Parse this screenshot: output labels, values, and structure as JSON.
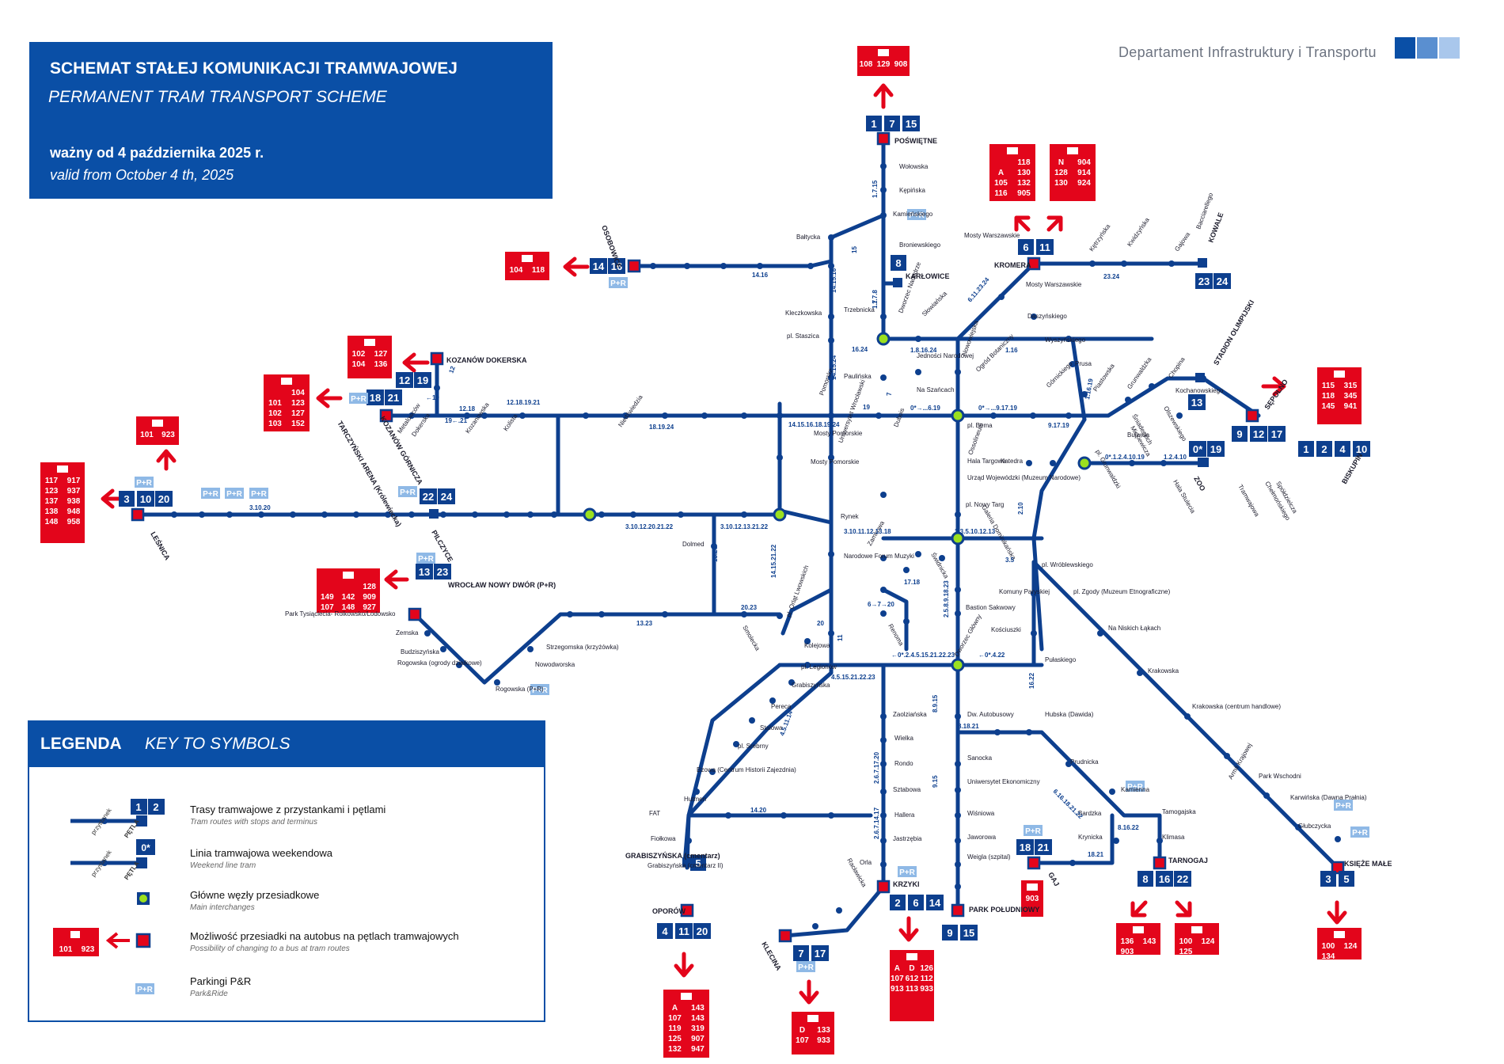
{
  "header": {
    "title_pl": "SCHEMAT STAŁEJ KOMUNIKACJI TRAMWAJOWEJ",
    "title_en": "PERMANENT TRAM TRANSPORT SCHEME",
    "valid_pl": "ważny od 4 października 2025 r.",
    "valid_en": "valid from October 4 th, 2025",
    "department": "Departament Infrastruktury i Transportu"
  },
  "colors": {
    "brand_blue": "#0a4fa6",
    "route_box": "#0d3f8e",
    "bus_red": "#e3051b",
    "interchange": "#9be01f",
    "park_ride": "#8fb9e6"
  },
  "legend": {
    "title_pl": "LEGENDA",
    "title_en": "KEY TO SYMBOLS",
    "items": [
      {
        "pl": "Trasy tramwajowe z przystankami i pętlami",
        "en": "Tram routes with stops and terminus"
      },
      {
        "pl": "Linia tramwajowa weekendowa",
        "en": "Weekend line tram"
      },
      {
        "pl": "Główne węzły przesiadkowe",
        "en": "Main interchanges"
      },
      {
        "pl": "Możliwość przesiadki na autobus na pętlach tramwajowych",
        "en": "Possibility of changing to a bus at tram routes"
      },
      {
        "pl": "Parkingi P&R",
        "en": "Park&Ride"
      }
    ],
    "sample_routes": [
      "1",
      "2"
    ],
    "weekend_route": "0*",
    "stop_word": "przystanek",
    "loop_word": "PĘTLA",
    "sample_bus": [
      "101",
      "923"
    ],
    "pr": "P+R"
  },
  "terminals": [
    "POŚWIĘTNE",
    "KRZYKI",
    "KROMERA",
    "KOWALE",
    "OSOBOWICE",
    "KARŁOWICE",
    "KOZANÓW DOKERSKA",
    "TARCZYŃSKI ARENA (Królewiecka)",
    "KOZANÓW GÓRNICZA",
    "LEŚNICA",
    "PILCZYCE",
    "WROCŁAW NOWY DWÓR (P+R)",
    "SĘPOLNO",
    "STADION OLIMPIJSKI",
    "ZOO",
    "BISKUPIN",
    "KSIĘŻE MAŁE",
    "TARNOGAJ",
    "GAJ",
    "PARK POŁUDNIOWY",
    "OPORÓW",
    "GRABISZYŃSKA (cmentarz)",
    "KLECINA"
  ],
  "stops": [
    "Wołowska",
    "Kępińska",
    "Kamieńskiego",
    "Broniewskiego",
    "Bałtycka",
    "Trzebnicka",
    "Kleczkowska",
    "pl. Staszica",
    "Paulińska",
    "Pomorska",
    "Dubois",
    "Mosty Pomorskie",
    "Uniwersytet Wrocławski",
    "Rynek",
    "Dworzec Nadodrze",
    "Słowiańska",
    "Jedności Narodowej",
    "Na Szańcach",
    "Mosty Warszawskie",
    "Daszyńskiego",
    "Kętrzyńska",
    "Kwidzyńska",
    "Gajowa",
    "Bacciarellego",
    "Wyszyńskiego",
    "Prusa",
    "Nowowiejska",
    "Ogród Botaniczny",
    "pl. Bema",
    "Górnickiego",
    "Piastowska",
    "Grunwaldzka",
    "Chopina",
    "Kochanowskiego",
    "Mickiewicza",
    "Śniadeckich",
    "Olszewskiego",
    "Bujwida",
    "pl. Grunwaldzki",
    "Hala Targowa",
    "Katedra",
    "Ossolineum",
    "Urząd Wojewódzki (Muzeum Narodowe)",
    "Hala Stulecia",
    "Tramwajowa",
    "Chełmońskiego",
    "Spółdzielcza",
    "Renoma",
    "Zamkowa",
    "pl. Nowy Targ",
    "Galeria Dominikańska",
    "Świdnicka",
    "Narodowe Forum Muzyki",
    "Komuny Paryskiej",
    "Bastion Sakwowy",
    "Kościuszki",
    "Pułaskiego",
    "pl. Wróblewskiego",
    "pl. Zgody (Muzeum Etnograficzne)",
    "Na Niskich Łąkach",
    "Krakowska",
    "Krakowska (centrum handlowe)",
    "Armii Krajowej",
    "Park Wschodni",
    "Karwińska (Dawna Prałnia)",
    "Głubczycka",
    "Dworzec Główny",
    "Dw. Autobusowy",
    "Hubska (Dawida)",
    "Sanocka",
    "Uniwersytet Ekonomiczny",
    "Wiśniowa",
    "Jaworowa",
    "Weigla (szpital)",
    "Prudnicka",
    "Kamienna",
    "Bardzka",
    "Tamogajska",
    "Krynicka",
    "Klimasa",
    "Zaolziańska",
    "Wielka",
    "Rondo",
    "Sztabowa",
    "Hallera",
    "Jastrzębia",
    "Orla",
    "Racławicka",
    "Kolejowa",
    "Grabiszyńska",
    "Pereca",
    "Stalowa",
    "pl. Srebrny",
    "Bzowa (Centrum Historii Zajezdnia)",
    "Hutmen",
    "FAT",
    "Fiołkowa",
    "Grabiszyńska (cmentarz II)",
    "pl. Legionów",
    "pl. Orląt Lwowskich",
    "Dolmed",
    "Smolecka",
    "Strzegomska (krzyżówka)",
    "Nowodworska",
    "Zemska",
    "Budziszyńska",
    "Rogowska (ogrody działkowe)",
    "Rogowska (P+R)",
    "Park Tysiąclecia- Rolkowsko/Lodowsko",
    "Kolista",
    "Niedźwiedzia",
    "Metalowców",
    "Kozanowska",
    "Dokerska",
    "Mosty Warszawskie",
    "Mosty Pomorskie"
  ],
  "route_labels": {
    "north": [
      "1",
      "7",
      "15"
    ],
    "osobowice": [
      "14",
      "16"
    ],
    "karlowice": [
      "8"
    ],
    "kromera": [
      "6",
      "11"
    ],
    "kowale": [
      "23",
      "24"
    ],
    "kozanow": [
      "12",
      "19"
    ],
    "tarczynski": [
      "18",
      "21"
    ],
    "lesnica": [
      "3",
      "10",
      "20"
    ],
    "pilczyce": [
      "22",
      "24"
    ],
    "nowy_dwor": [
      "13",
      "23"
    ],
    "stadion": [
      "13"
    ],
    "sepolno": [
      "9",
      "12",
      "17"
    ],
    "zoo": [
      "0*",
      "19"
    ],
    "biskupin": [
      "1",
      "2",
      "4",
      "10"
    ],
    "ksieze_male": [
      "3",
      "5"
    ],
    "tarnogaj": [
      "8",
      "16",
      "22"
    ],
    "gaj": [
      "18",
      "21"
    ],
    "park_poludniowy": [
      "9",
      "15"
    ],
    "krzyki": [
      "2",
      "6",
      "14"
    ],
    "grabiszynska": [
      "5"
    ],
    "oporow": [
      "4",
      "11",
      "20"
    ],
    "klecina": [
      "7",
      "17"
    ]
  },
  "bus_boxes": {
    "north": [
      "108",
      "129",
      "908"
    ],
    "osobowice": [
      "104",
      "118"
    ],
    "kromera_a": [
      "118",
      "A",
      "130",
      "105",
      "132",
      "116",
      "905"
    ],
    "kromera_b": [
      "N",
      "904",
      "128",
      "914",
      "130",
      "924"
    ],
    "kozanow": [
      "102",
      "127",
      "104",
      "136"
    ],
    "tarczynski": [
      "104",
      "101",
      "123",
      "102",
      "127",
      "103",
      "152"
    ],
    "lesnica_small": [
      "101",
      "923"
    ],
    "lesnica": [
      "117",
      "917",
      "123",
      "937",
      "137",
      "938",
      "138",
      "948",
      "148",
      "958"
    ],
    "nowy_dwor": [
      "128",
      "149",
      "142",
      "909",
      "107",
      "148",
      "927"
    ],
    "sepolno": [
      "115",
      "315",
      "118",
      "345",
      "145",
      "941"
    ],
    "oporow": [
      "A",
      "143",
      "107",
      "143",
      "119",
      "319",
      "125",
      "907",
      "132",
      "947"
    ],
    "klecina": [
      "D",
      "133",
      "107",
      "933"
    ],
    "krzyki": [
      "A",
      "D",
      "126",
      "107",
      "612",
      "112",
      "913",
      "113",
      "933"
    ],
    "gaj": [
      "903"
    ],
    "tarnogaj_a": [
      "136",
      "143",
      "903"
    ],
    "tarnogaj_b": [
      "100",
      "124",
      "125"
    ],
    "ksieze_male": [
      "100",
      "124",
      "134"
    ]
  },
  "segment_labels": [
    "1.7.15",
    "15",
    "1.7.8",
    "14.16",
    "14.15.16",
    "16.24",
    "14.15.24",
    "19",
    "18.19.24",
    "12.18.19.21",
    "14.15.16.18.19.24",
    "1.8.16.24",
    "6.11.23.24",
    "23.24",
    "1.16",
    "0*→...6.19",
    "0*→...9.17.19",
    "9.17.19",
    "1.16.19",
    "0*.1.2.4.10.19",
    "1.2.4.10",
    "3.10.20",
    "3.10.12.20.21.22",
    "3.10.12.13.21.22",
    "3.10.11.12.13.18",
    "2.3.5.10.12.13",
    "17.18",
    "13.20",
    "20.23",
    "13.23",
    "14.15.21.22",
    "4.5.15.21.22.23",
    "2.5.8.9.18.23",
    "8.9.15",
    "8.18.21",
    "6.16.18.21.22",
    "8.16.22",
    "18.21",
    "9.15",
    "2.6.7.17.20",
    "2.6.7.14.17",
    "14.20",
    "4.5.11.14",
    "6→7→20",
    "←0*.4.22",
    "←0*.2.4.5.15.21.22.23",
    "12.18",
    "←19",
    "19←.21",
    "12",
    "11",
    "20",
    "1.7",
    "7",
    "16.22",
    "3.5",
    "2.10"
  ]
}
